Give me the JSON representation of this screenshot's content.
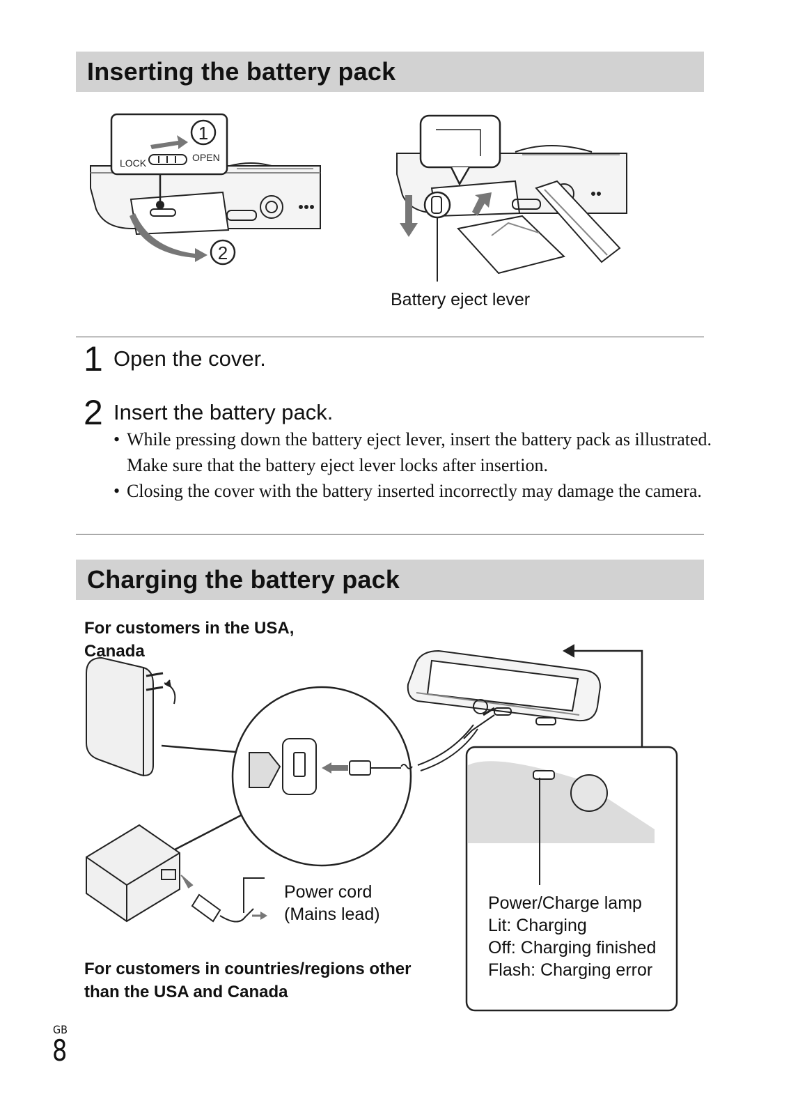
{
  "section1": {
    "title": "Inserting the battery pack",
    "figure": {
      "lock_label": "LOCK",
      "open_label": "OPEN",
      "marker_1": "1",
      "marker_2": "2",
      "callout_eject_lever": "Battery eject lever"
    },
    "steps": [
      {
        "number": "1",
        "text": "Open the cover."
      },
      {
        "number": "2",
        "text": "Insert the battery pack."
      }
    ],
    "bullets": [
      "While pressing down the battery eject lever, insert the battery pack as illustrated. Make sure that the battery eject lever locks after insertion.",
      "Closing the cover with the battery inserted incorrectly may damage the camera."
    ]
  },
  "section2": {
    "title": "Charging the battery pack",
    "label_usa": "For customers in the USA, Canada",
    "label_other": "For customers in countries/regions other than the USA and Canada",
    "callout_power_cord": [
      "Power cord",
      "(Mains lead)"
    ],
    "callout_lamp": [
      "Power/Charge lamp",
      "Lit: Charging",
      "Off: Charging finished",
      "Flash: Charging error"
    ]
  },
  "footer": {
    "language_code": "GB",
    "page_number": "8"
  }
}
